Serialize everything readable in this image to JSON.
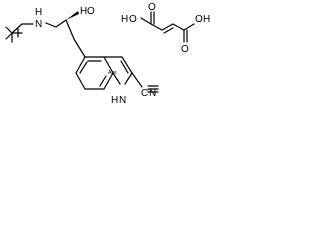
{
  "molecule": {
    "labels": {
      "amine": "N",
      "amine_h": "H",
      "hydroxyl_h": "H",
      "hydroxyl_o": "O",
      "indole_h": "H",
      "indole_n": "N",
      "nitrile_c": "C",
      "nitrile_n": "N",
      "abs_stereo": "Abs"
    }
  },
  "counter_ion": {
    "labels": {
      "acid_left_o_top": "O",
      "acid_left_ho_h": "H",
      "acid_left_ho_o": "O",
      "acid_right_o_bottom": "O",
      "acid_right_oh_o": "O",
      "acid_right_oh_h": "H"
    }
  }
}
